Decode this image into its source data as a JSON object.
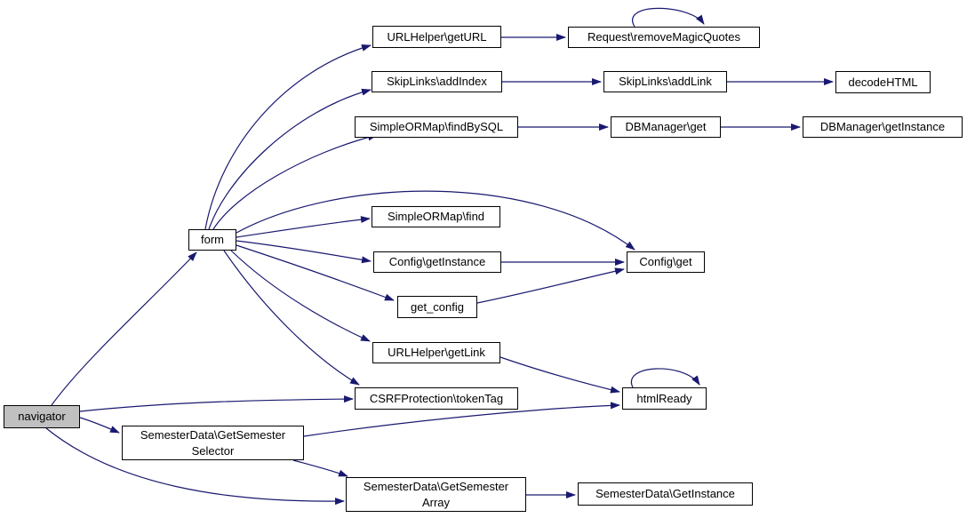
{
  "diagram": {
    "type": "call-graph",
    "colors": {
      "edge": "#191970",
      "node_border": "#000000",
      "node_fill": "#ffffff",
      "highlight_fill": "#c0c0c0",
      "text": "#000000",
      "background": "#ffffff"
    },
    "nodes": [
      {
        "id": "navigator",
        "label": "navigator",
        "highlight": true
      },
      {
        "id": "form",
        "label": "form",
        "highlight": false
      },
      {
        "id": "urlhelper-geturl",
        "label": "URLHelper\\getURL",
        "highlight": false
      },
      {
        "id": "request-removemagicquotes",
        "label": "Request\\removeMagicQuotes",
        "highlight": false
      },
      {
        "id": "skiplinks-addindex",
        "label": "SkipLinks\\addIndex",
        "highlight": false
      },
      {
        "id": "skiplinks-addlink",
        "label": "SkipLinks\\addLink",
        "highlight": false
      },
      {
        "id": "decodehtml",
        "label": "decodeHTML",
        "highlight": false
      },
      {
        "id": "simpleormap-findbysql",
        "label": "SimpleORMap\\findBySQL",
        "highlight": false
      },
      {
        "id": "dbmanager-get",
        "label": "DBManager\\get",
        "highlight": false
      },
      {
        "id": "dbmanager-getinstance",
        "label": "DBManager\\getInstance",
        "highlight": false
      },
      {
        "id": "simpleormap-find",
        "label": "SimpleORMap\\find",
        "highlight": false
      },
      {
        "id": "config-getinstance",
        "label": "Config\\getInstance",
        "highlight": false
      },
      {
        "id": "config-get",
        "label": "Config\\get",
        "highlight": false
      },
      {
        "id": "get-config",
        "label": "get_config",
        "highlight": false
      },
      {
        "id": "urlhelper-getlink",
        "label": "URLHelper\\getLink",
        "highlight": false
      },
      {
        "id": "csrfprotection-tokentag",
        "label": "CSRFProtection\\tokenTag",
        "highlight": false
      },
      {
        "id": "htmlready",
        "label": "htmlReady",
        "highlight": false
      },
      {
        "id": "semesterdata-getsemesterselector",
        "label": "SemesterData\\GetSemester\nSelector",
        "highlight": false
      },
      {
        "id": "semesterdata-getsemesterarray",
        "label": "SemesterData\\GetSemester\nArray",
        "highlight": false
      },
      {
        "id": "semesterdata-getinstance",
        "label": "SemesterData\\GetInstance",
        "highlight": false
      }
    ],
    "edges": [
      {
        "from": "navigator",
        "to": "form",
        "self": false
      },
      {
        "from": "navigator",
        "to": "csrfprotection-tokentag",
        "self": false
      },
      {
        "from": "navigator",
        "to": "semesterdata-getsemesterselector",
        "self": false
      },
      {
        "from": "navigator",
        "to": "semesterdata-getsemesterarray",
        "self": false
      },
      {
        "from": "form",
        "to": "urlhelper-geturl",
        "self": false
      },
      {
        "from": "form",
        "to": "skiplinks-addindex",
        "self": false
      },
      {
        "from": "form",
        "to": "simpleormap-findbysql",
        "self": false
      },
      {
        "from": "form",
        "to": "config-get",
        "self": false
      },
      {
        "from": "form",
        "to": "simpleormap-find",
        "self": false
      },
      {
        "from": "form",
        "to": "config-getinstance",
        "self": false
      },
      {
        "from": "form",
        "to": "get-config",
        "self": false
      },
      {
        "from": "form",
        "to": "urlhelper-getlink",
        "self": false
      },
      {
        "from": "form",
        "to": "csrfprotection-tokentag",
        "self": false
      },
      {
        "from": "urlhelper-geturl",
        "to": "request-removemagicquotes",
        "self": false
      },
      {
        "from": "request-removemagicquotes",
        "to": "request-removemagicquotes",
        "self": true
      },
      {
        "from": "skiplinks-addindex",
        "to": "skiplinks-addlink",
        "self": false
      },
      {
        "from": "skiplinks-addlink",
        "to": "decodehtml",
        "self": false
      },
      {
        "from": "simpleormap-findbysql",
        "to": "dbmanager-get",
        "self": false
      },
      {
        "from": "dbmanager-get",
        "to": "dbmanager-getinstance",
        "self": false
      },
      {
        "from": "config-getinstance",
        "to": "config-get",
        "self": false
      },
      {
        "from": "get-config",
        "to": "config-get",
        "self": false
      },
      {
        "from": "urlhelper-getlink",
        "to": "htmlready",
        "self": false
      },
      {
        "from": "htmlready",
        "to": "htmlready",
        "self": true
      },
      {
        "from": "semesterdata-getsemesterselector",
        "to": "htmlready",
        "self": false
      },
      {
        "from": "semesterdata-getsemesterselector",
        "to": "semesterdata-getsemesterarray",
        "self": false
      },
      {
        "from": "semesterdata-getsemesterarray",
        "to": "semesterdata-getinstance",
        "self": false
      }
    ]
  }
}
